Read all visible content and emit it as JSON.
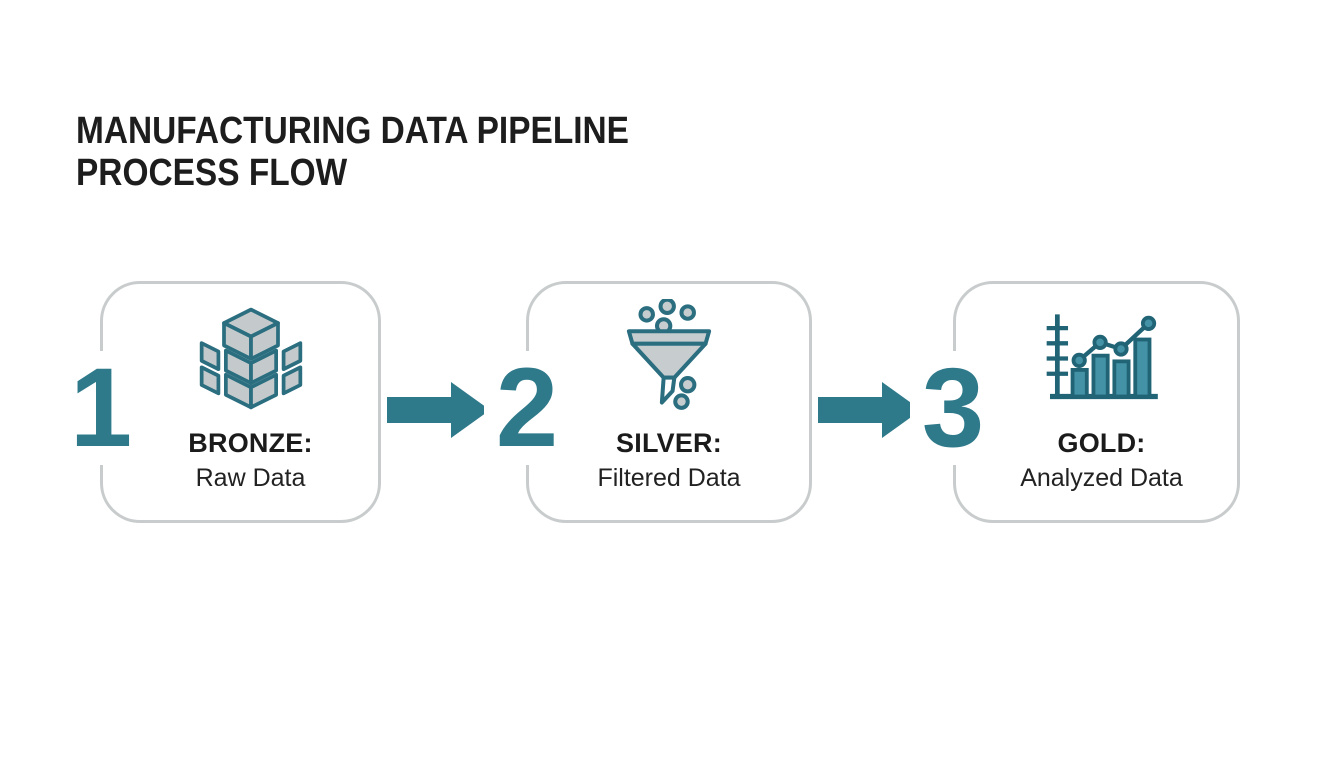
{
  "title": {
    "line1": "MANUFACTURING DATA PIPELINE",
    "line2": "PROCESS FLOW"
  },
  "steps": [
    {
      "number": "1",
      "icon": "cube-stack-icon",
      "label": "BRONZE:",
      "description": "Raw Data"
    },
    {
      "number": "2",
      "icon": "funnel-icon",
      "label": "SILVER:",
      "description": "Filtered Data"
    },
    {
      "number": "3",
      "icon": "bar-chart-icon",
      "label": "GOLD:",
      "description": "Analyzed Data"
    }
  ],
  "connector_icon": "arrow-right-icon",
  "colors": {
    "accent_teal": "#2e7a8b",
    "icon_stroke": "#2a6e80",
    "icon_gray_fill": "#c4cacc",
    "bar_fill": "#4392a6",
    "card_border": "#c9cccd",
    "text": "#1d1d1d",
    "background": "#ffffff"
  }
}
